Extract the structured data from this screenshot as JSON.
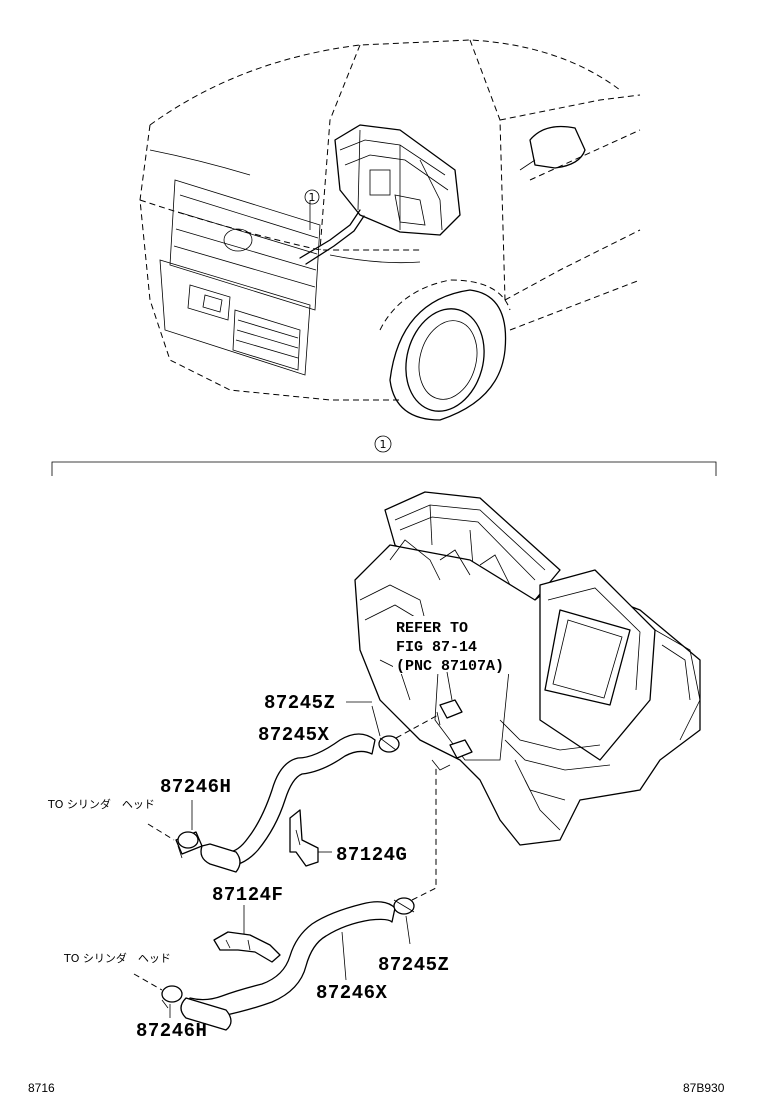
{
  "diagram": {
    "callout_ref": "1",
    "refer_note": [
      "REFER TO",
      "FIG 87-14",
      "(PNC 87107A)"
    ],
    "parts": {
      "p87245z_top": "87245Z",
      "p87245x": "87245X",
      "p87246h_top": "87246H",
      "p87124g": "87124G",
      "p87124f": "87124F",
      "p87245z_bottom": "87245Z",
      "p87246x": "87246X",
      "p87246h_bottom": "87246H"
    },
    "to_notes": {
      "top": "TO シリンダ　ヘッド",
      "bottom": "TO シリンダ　ヘッド"
    },
    "footer": {
      "left": "8716",
      "right": "87B930"
    }
  }
}
